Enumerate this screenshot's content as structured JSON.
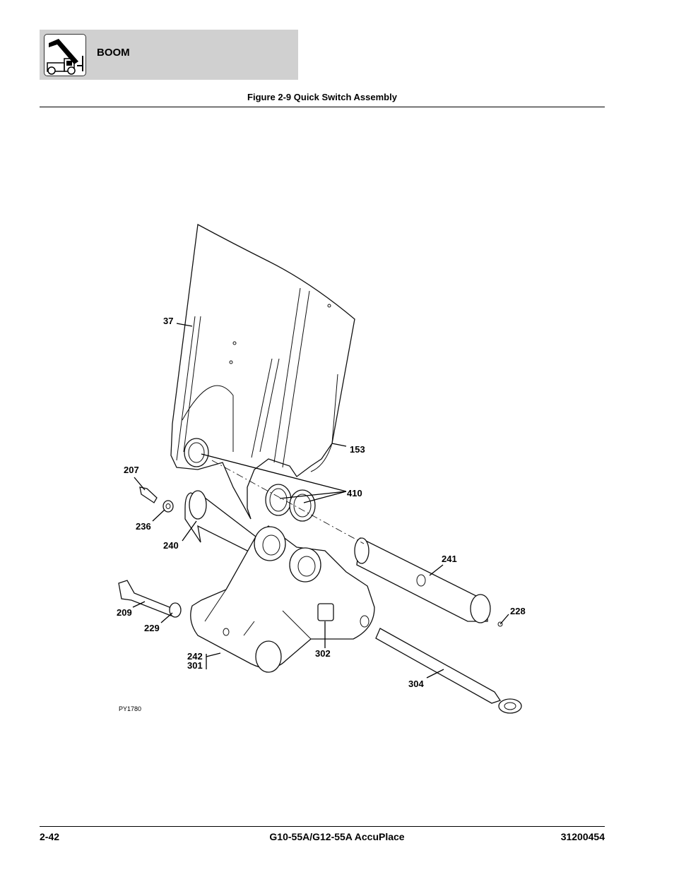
{
  "header": {
    "section_title": "BOOM",
    "icon": "telehandler-boom-icon"
  },
  "figure": {
    "title": "Figure 2-9 Quick Switch Assembly",
    "drawing_id": "PY1780",
    "callouts": [
      {
        "id": "c37",
        "label": "37"
      },
      {
        "id": "c153",
        "label": "153"
      },
      {
        "id": "c207",
        "label": "207"
      },
      {
        "id": "c410",
        "label": "410"
      },
      {
        "id": "c236",
        "label": "236"
      },
      {
        "id": "c240",
        "label": "240"
      },
      {
        "id": "c241",
        "label": "241"
      },
      {
        "id": "c228",
        "label": "228"
      },
      {
        "id": "c209",
        "label": "209"
      },
      {
        "id": "c229",
        "label": "229"
      },
      {
        "id": "c302",
        "label": "302"
      },
      {
        "id": "c242",
        "label": "242"
      },
      {
        "id": "c301",
        "label": "301"
      },
      {
        "id": "c304",
        "label": "304"
      }
    ]
  },
  "footer": {
    "page_number": "2-42",
    "model": "G10-55A/G12-55A AccuPlace",
    "doc_number": "31200454"
  }
}
